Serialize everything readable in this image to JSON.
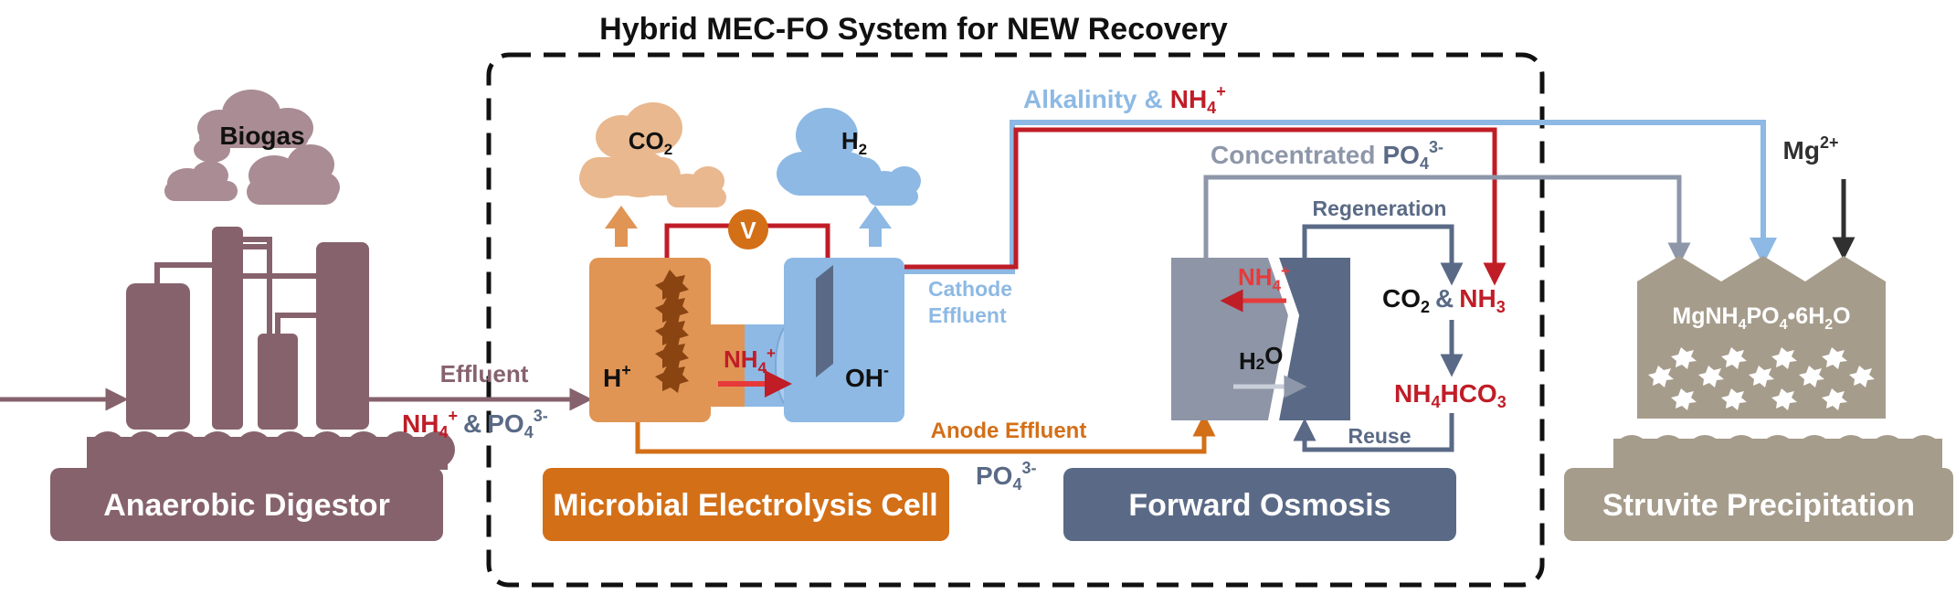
{
  "title": "Hybrid MEC-FO System for NEW Recovery",
  "colors": {
    "digestor": "#86626d",
    "mec_orange": "#d36f17",
    "mec_light": "#e09555",
    "cathode_blue": "#8db9e4",
    "fo_slate": "#5a6a86",
    "fo_light": "#8d95a6",
    "struvite": "#a69c8c",
    "red": "#c01d27",
    "light_blue_line": "#8db9e4",
    "gray_line": "#8d97a9",
    "dark": "#303030"
  },
  "labels": {
    "biogas": "Biogas",
    "co2_cloud": "CO",
    "co2_cloud_sub": "2",
    "h2_cloud": "H",
    "h2_cloud_sub": "2",
    "voltmeter": "V",
    "effluent": "Effluent",
    "effluent_nh4": "NH",
    "sub4": "4",
    "sup_plus": "+",
    "amp": "&",
    "effluent_po4": "PO",
    "sup_3minus": "3-",
    "h_plus": "H",
    "nh4_mem": "NH",
    "oh_minus": "OH",
    "sup_minus": "-",
    "cathode_effluent_1": "Cathode",
    "cathode_effluent_2": "Effluent",
    "anode_effluent": "Anode Effluent",
    "po4_bottom": "PO",
    "alkalinity": "Alkalinity",
    "alk_amp": "&",
    "alk_nh4": "NH",
    "concentrated": "Concentrated",
    "conc_po4": "PO",
    "regeneration": "Regeneration",
    "co2_fo": "CO",
    "fo_amp": "&",
    "nh3": "NH",
    "sub3": "3",
    "nh4_fo": "NH",
    "h2o": "H",
    "h2o_o": "O",
    "nh4hco3_a": "NH",
    "nh4hco3_b": "HCO",
    "reuse": "Reuse",
    "mg": "Mg",
    "sup_2plus": "2+",
    "struvite_formula_a": "MgNH",
    "struvite_formula_b": "PO",
    "struvite_formula_c": "•6H",
    "struvite_formula_d": "O"
  },
  "units": {
    "anaerobic_digestor": "Anaerobic Digestor",
    "mec": "Microbial Electrolysis Cell",
    "fo": "Forward Osmosis",
    "struvite": "Struvite Precipitation"
  }
}
